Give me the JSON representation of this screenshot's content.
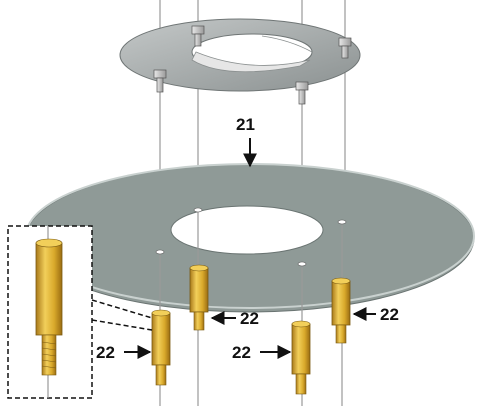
{
  "callouts": {
    "plate": "21",
    "standoff_a": "22",
    "standoff_b": "22",
    "standoff_c": "22",
    "standoff_d": "22"
  },
  "colors": {
    "plate_fill": "#8f9a97",
    "plate_edge": "#c9d1cf",
    "ring_fill": "#a3a8a8",
    "brass_light": "#f2cf5a",
    "brass_mid": "#d9a92b",
    "brass_dark": "#a9791a",
    "line": "#111111"
  }
}
